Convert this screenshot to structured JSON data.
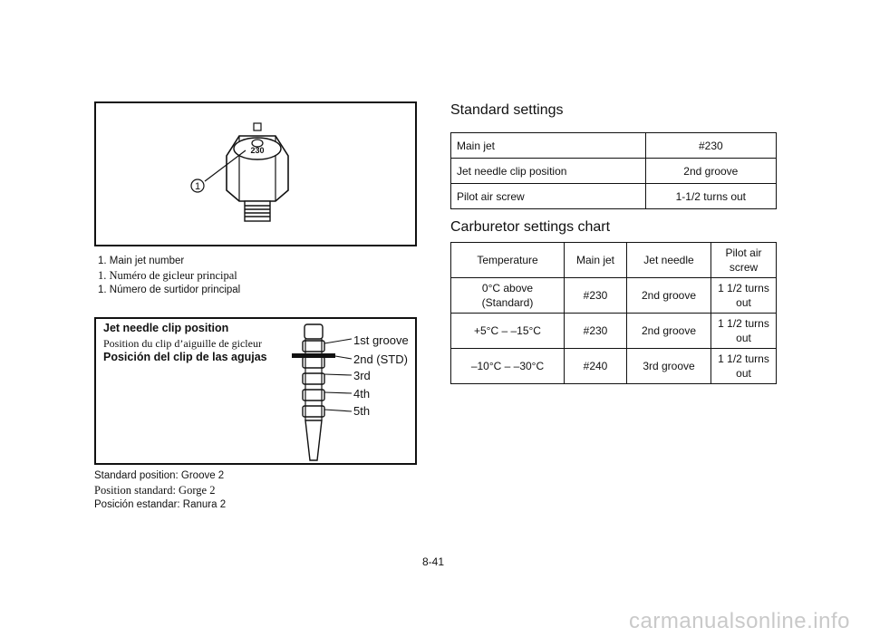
{
  "figure_mainjet": {
    "callout": "1",
    "stamp": "230"
  },
  "caption_mainjet": [
    "1.  Main jet number",
    "1.  Numéro de gicleur principal",
    "1.  Número de surtidor principal"
  ],
  "figure_needle": {
    "titles": [
      "Jet needle clip position",
      "Position du clip d’aiguille de gicleur",
      "Posición del clip de las agujas"
    ],
    "grooves": [
      "1st groove",
      "2nd (STD)",
      "3rd",
      "4th",
      "5th"
    ]
  },
  "caption_needle": [
    "Standard position: Groove 2",
    "Position standard: Gorge 2",
    "Posición estandar: Ranura 2"
  ],
  "standard_settings": {
    "title": "Standard settings",
    "rows": [
      [
        "Main jet",
        "#230"
      ],
      [
        "Jet needle clip position",
        "2nd groove"
      ],
      [
        "Pilot air screw",
        "1-1/2 turns out"
      ]
    ]
  },
  "carburetor_chart": {
    "title": "Carburetor settings chart",
    "headers": [
      "Temperature",
      "Main jet",
      "Jet needle",
      "Pilot air\nscrew"
    ],
    "rows": [
      [
        "0°C above\n(Standard)",
        "#230",
        "2nd groove",
        "1 1/2 turns\nout"
      ],
      [
        "+5°C – –15°C",
        "#230",
        "2nd groove",
        "1 1/2 turns\nout"
      ],
      [
        "–10°C – –30°C",
        "#240",
        "3rd groove",
        "1 1/2 turns\nout"
      ]
    ]
  },
  "page_number": "8-41",
  "watermark": "carmanualsonline.info"
}
